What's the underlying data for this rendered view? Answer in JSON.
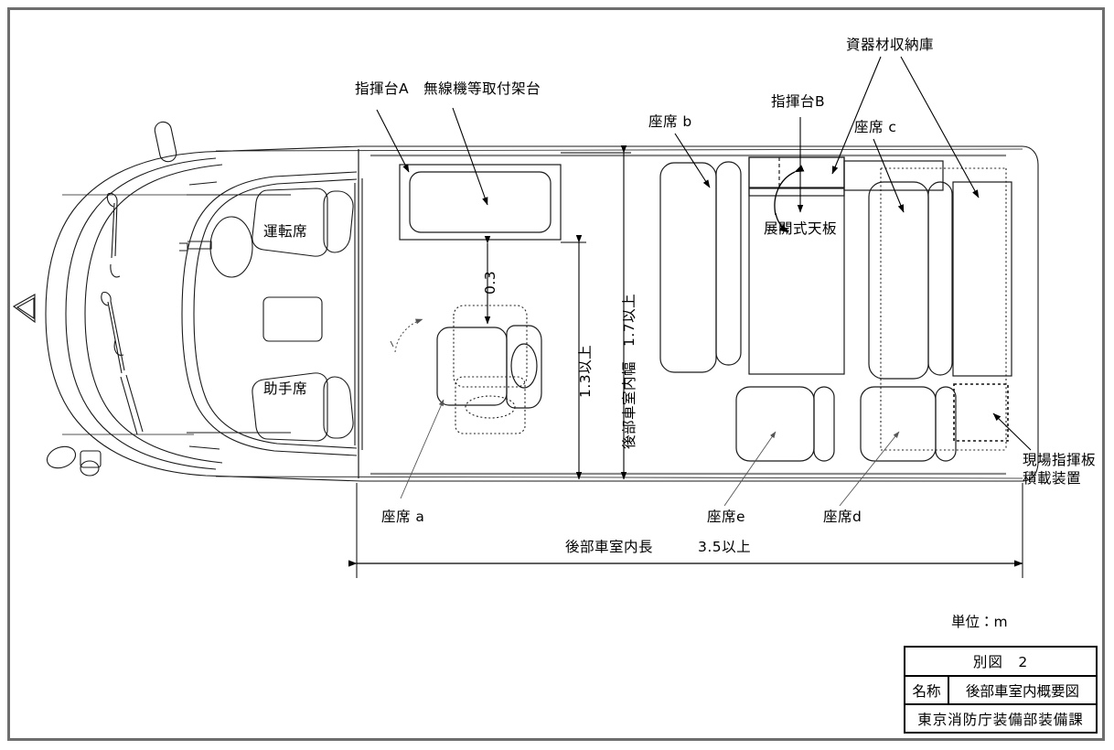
{
  "document": {
    "unit_note": "単位：m",
    "border_color": "#6e6e6e"
  },
  "title_block": {
    "figure_number": "別図　2",
    "name_label": "名称",
    "name_value": "後部車室内概要図",
    "issuer": "東京消防庁装備部装備課"
  },
  "callouts": {
    "command_desk_a": "指揮台A　無線機等取付架台",
    "equipment_storage": "資器材収納庫",
    "command_desk_b": "指揮台B",
    "seat_b": "座席 b",
    "seat_c": "座席 c",
    "folding_top": "展開式天板",
    "driver_seat": "運転席",
    "passenger_seat": "助手席",
    "seat_a": "座席 a",
    "seat_e": "座席e",
    "seat_d": "座席d",
    "command_board_line1": "現場指揮板",
    "command_board_line2": "積載装置"
  },
  "dimensions": {
    "gap_desk_to_seat": "0.3",
    "interior_clear": "1.3以上",
    "interior_width": "後部車室内幅　1.7以上",
    "interior_length_label": "後部車室内長",
    "interior_length_value": "3.5以上"
  }
}
